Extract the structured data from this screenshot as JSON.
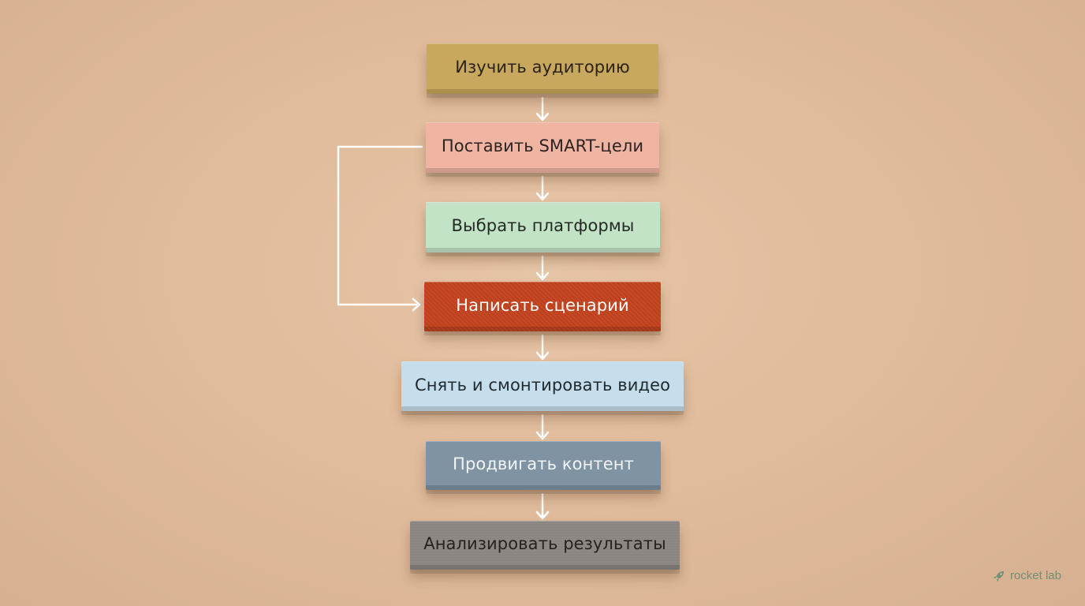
{
  "steps": [
    {
      "label": "Изучить аудиторию",
      "color": "#c8a85e"
    },
    {
      "label": "Поставить SMART-цели",
      "color": "#f0b4a3"
    },
    {
      "label": "Выбрать платформы",
      "color": "#c3e3c7"
    },
    {
      "label": "Написать сценарий",
      "color": "#c5431f"
    },
    {
      "label": "Снять и смонтировать видео",
      "color": "#c6deeb"
    },
    {
      "label": "Продвигать контент",
      "color": "#7f93a2"
    },
    {
      "label": "Анализировать результаты",
      "color": "#8d8783"
    }
  ],
  "connections": [
    {
      "from": 1,
      "to": 2,
      "type": "arrow"
    },
    {
      "from": 2,
      "to": 3,
      "type": "arrow"
    },
    {
      "from": 3,
      "to": 4,
      "type": "arrow"
    },
    {
      "from": 2,
      "to": 4,
      "type": "loop-arrow"
    },
    {
      "from": 4,
      "to": 5,
      "type": "arrow"
    },
    {
      "from": 5,
      "to": 6,
      "type": "arrow"
    },
    {
      "from": 6,
      "to": 7,
      "type": "arrow"
    }
  ],
  "logo": {
    "text": "rocket lab",
    "color": "#5e8a72",
    "icon": "rocket-icon"
  }
}
